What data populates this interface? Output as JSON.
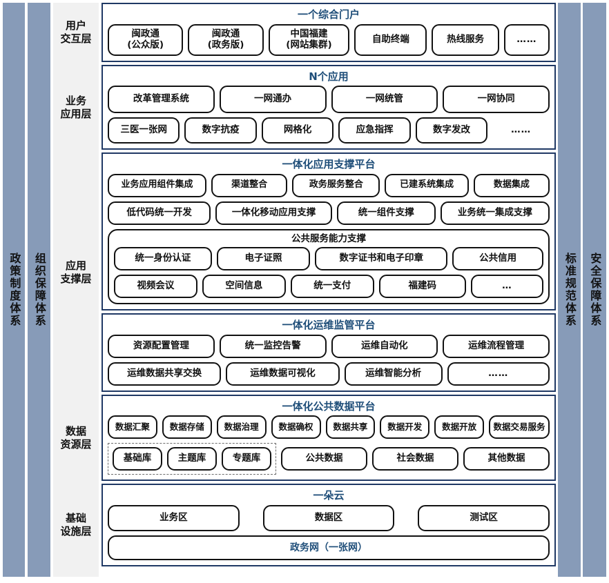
{
  "pillars": {
    "left": [
      {
        "name": "policy",
        "text": "政策制度体系"
      },
      {
        "name": "org",
        "text": "组织保障体系"
      }
    ],
    "right": [
      {
        "name": "standard",
        "text": "标准规范体系"
      },
      {
        "name": "security",
        "text": "安全保障体系"
      }
    ]
  },
  "layer_labels": [
    {
      "name": "user-interaction",
      "line1": "用户",
      "line2": "交互层"
    },
    {
      "name": "business-application",
      "line1": "业务",
      "line2": "应用层"
    },
    {
      "name": "application-support",
      "line1": "应用",
      "line2": "支撑层"
    },
    {
      "name": "data-resource",
      "line1": "数据",
      "line2": "资源层"
    },
    {
      "name": "infrastructure",
      "line1": "基础",
      "line2": "设施层"
    }
  ],
  "sections": {
    "portal": {
      "title": "一个综合门户",
      "row1": [
        "闽政通\n(公众版)",
        "闽政通\n(政务版)",
        "中国福建\n(网站集群)",
        "自助终端",
        "热线服务",
        "……"
      ]
    },
    "apps": {
      "title": "N个应用",
      "row1": [
        "改革管理系统",
        "一网通办",
        "一网统管",
        "一网协同"
      ],
      "row2": [
        "三医一张网",
        "数字抗疫",
        "网格化",
        "应急指挥",
        "数字发改",
        "……"
      ]
    },
    "app_support": {
      "title": "一体化应用支撑平台",
      "row1": [
        "业务应用组件集成",
        "渠道整合",
        "政务服务整合",
        "已建系统集成",
        "数据集成"
      ],
      "row2": [
        "低代码统一开发",
        "一体化移动应用支撑",
        "统一组件支撑",
        "业务统一集成支撑"
      ],
      "group": {
        "title": "公共服务能力支撑",
        "row1": [
          "统一身份认证",
          "电子证照",
          "数字证书和电子印章",
          "公共信用"
        ],
        "row2": [
          "视频会议",
          "空间信息",
          "统一支付",
          "福建码",
          "…"
        ]
      }
    },
    "ops": {
      "title": "一体化运维监管平台",
      "row1": [
        "资源配置管理",
        "统一监控告警",
        "运维自动化",
        "运维流程管理"
      ],
      "row2": [
        "运维数据共享交换",
        "运维数据可视化",
        "运维智能分析",
        "……"
      ]
    },
    "data": {
      "title": "一体化公共数据平台",
      "row1": [
        "数据汇聚",
        "数据存储",
        "数据治理",
        "数据确权",
        "数据共享",
        "数据开发",
        "数据开放",
        "数据交易服务"
      ],
      "row2_dashed": [
        "基础库",
        "主题库",
        "专题库"
      ],
      "row2_rest": [
        "公共数据",
        "社会数据",
        "其他数据"
      ]
    },
    "cloud": {
      "title": "一朵云",
      "row1": [
        "业务区",
        "数据区",
        "测试区"
      ],
      "bar": "政务网（一张网）"
    }
  },
  "colors": {
    "pillar": "#879BB8",
    "label_column": "#F1F1F1",
    "section_border": "#1F3864",
    "title_text": "#1F4E79",
    "cell_border": "#111111"
  }
}
